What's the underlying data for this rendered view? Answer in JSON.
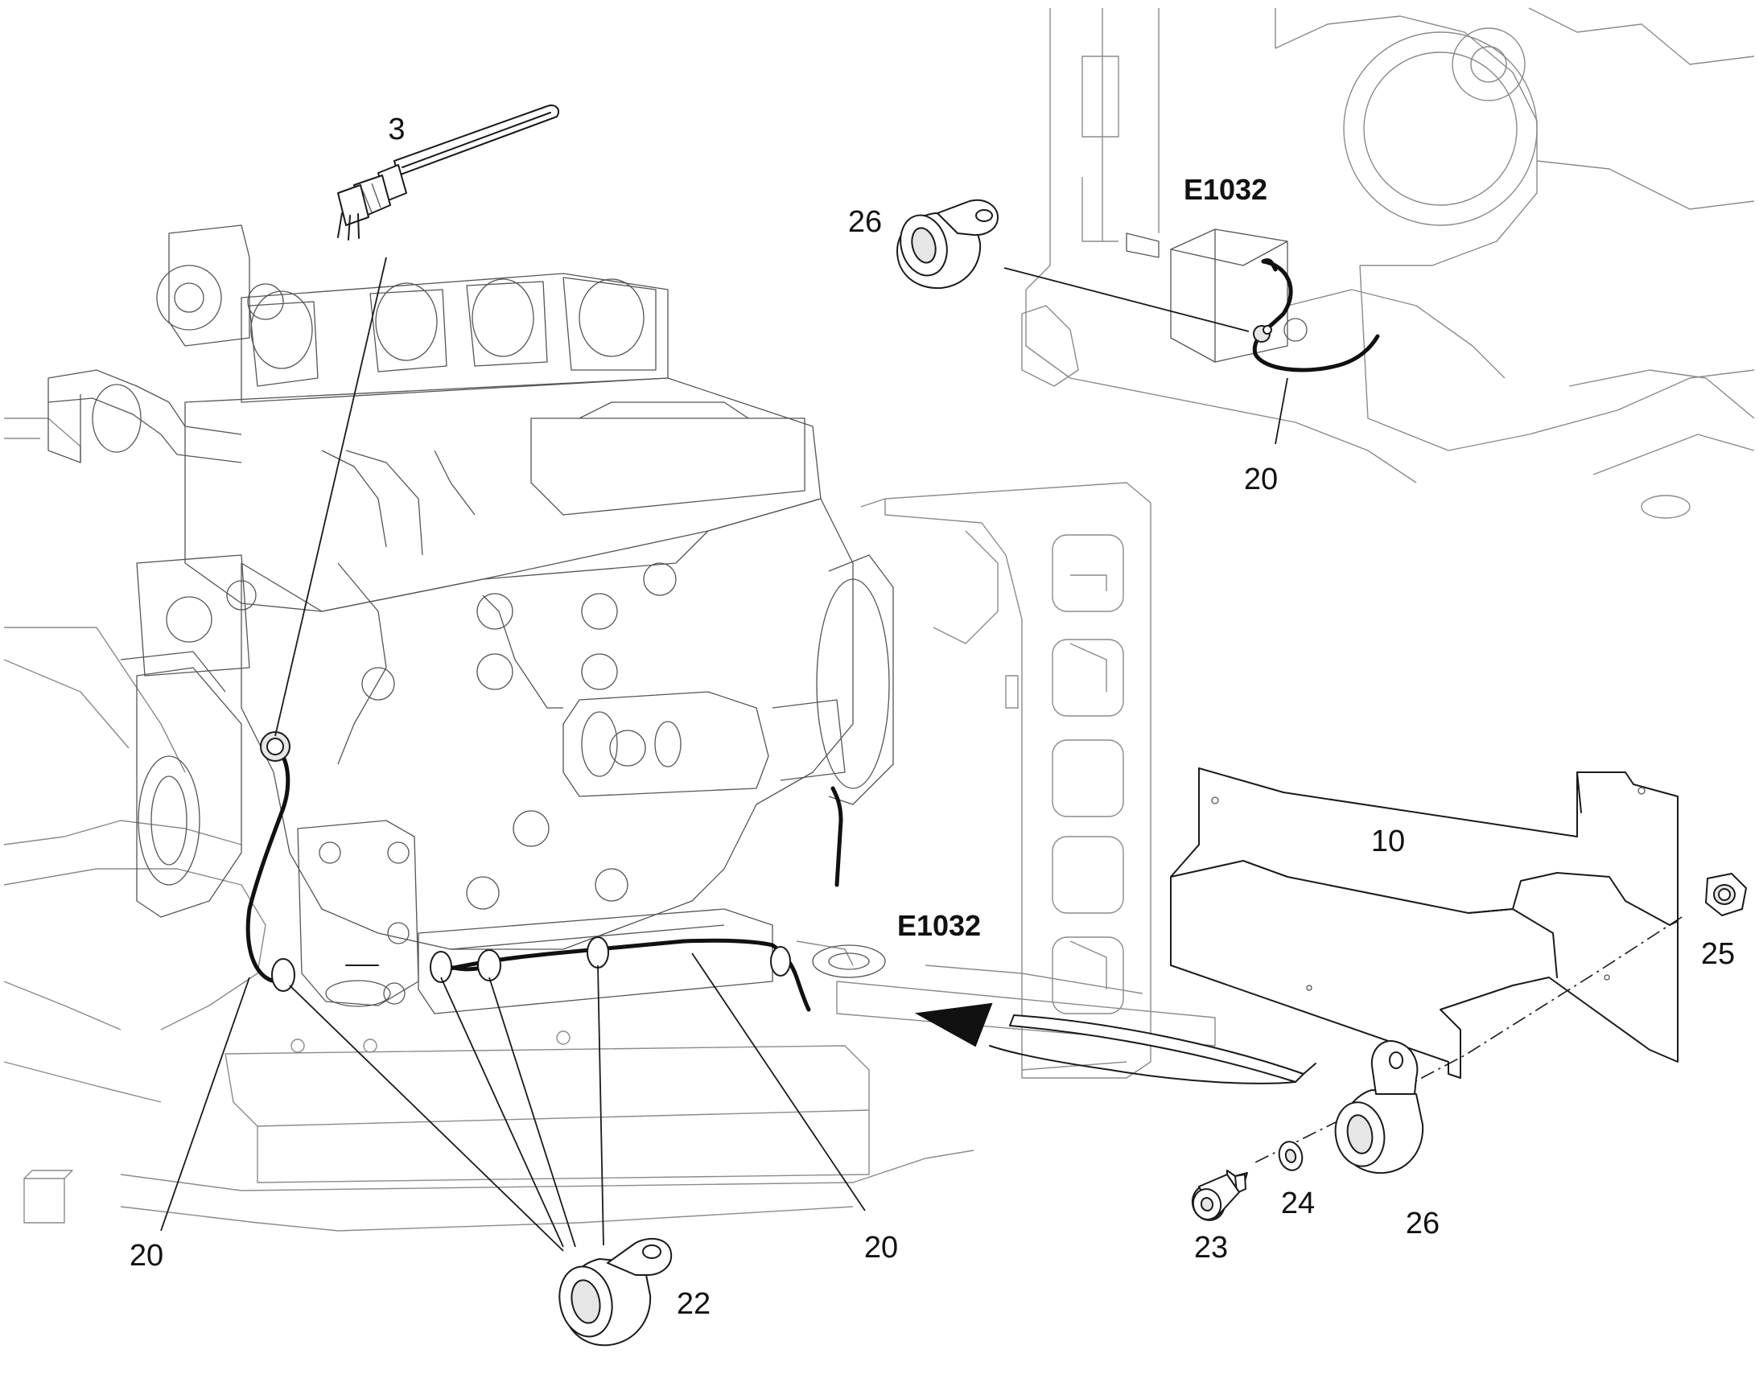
{
  "callouts": {
    "sensor": "3",
    "shield": "10",
    "harness_left": "20",
    "harness_mid": "20",
    "harness_detail": "20",
    "clamps_lower": "22",
    "screw": "23",
    "washer": "24",
    "nut": "25",
    "clamp_detail": "26",
    "clamp_shield": "26"
  },
  "references": {
    "detail_view": "E1032",
    "main_view": "E1032"
  },
  "icons": {
    "sensor": "temperature-sensor-icon",
    "clamp": "p-clamp-icon",
    "screw": "cap-screw-icon",
    "washer": "flat-washer-icon",
    "nut": "hex-nut-icon",
    "arrow": "view-direction-arrow-icon"
  }
}
